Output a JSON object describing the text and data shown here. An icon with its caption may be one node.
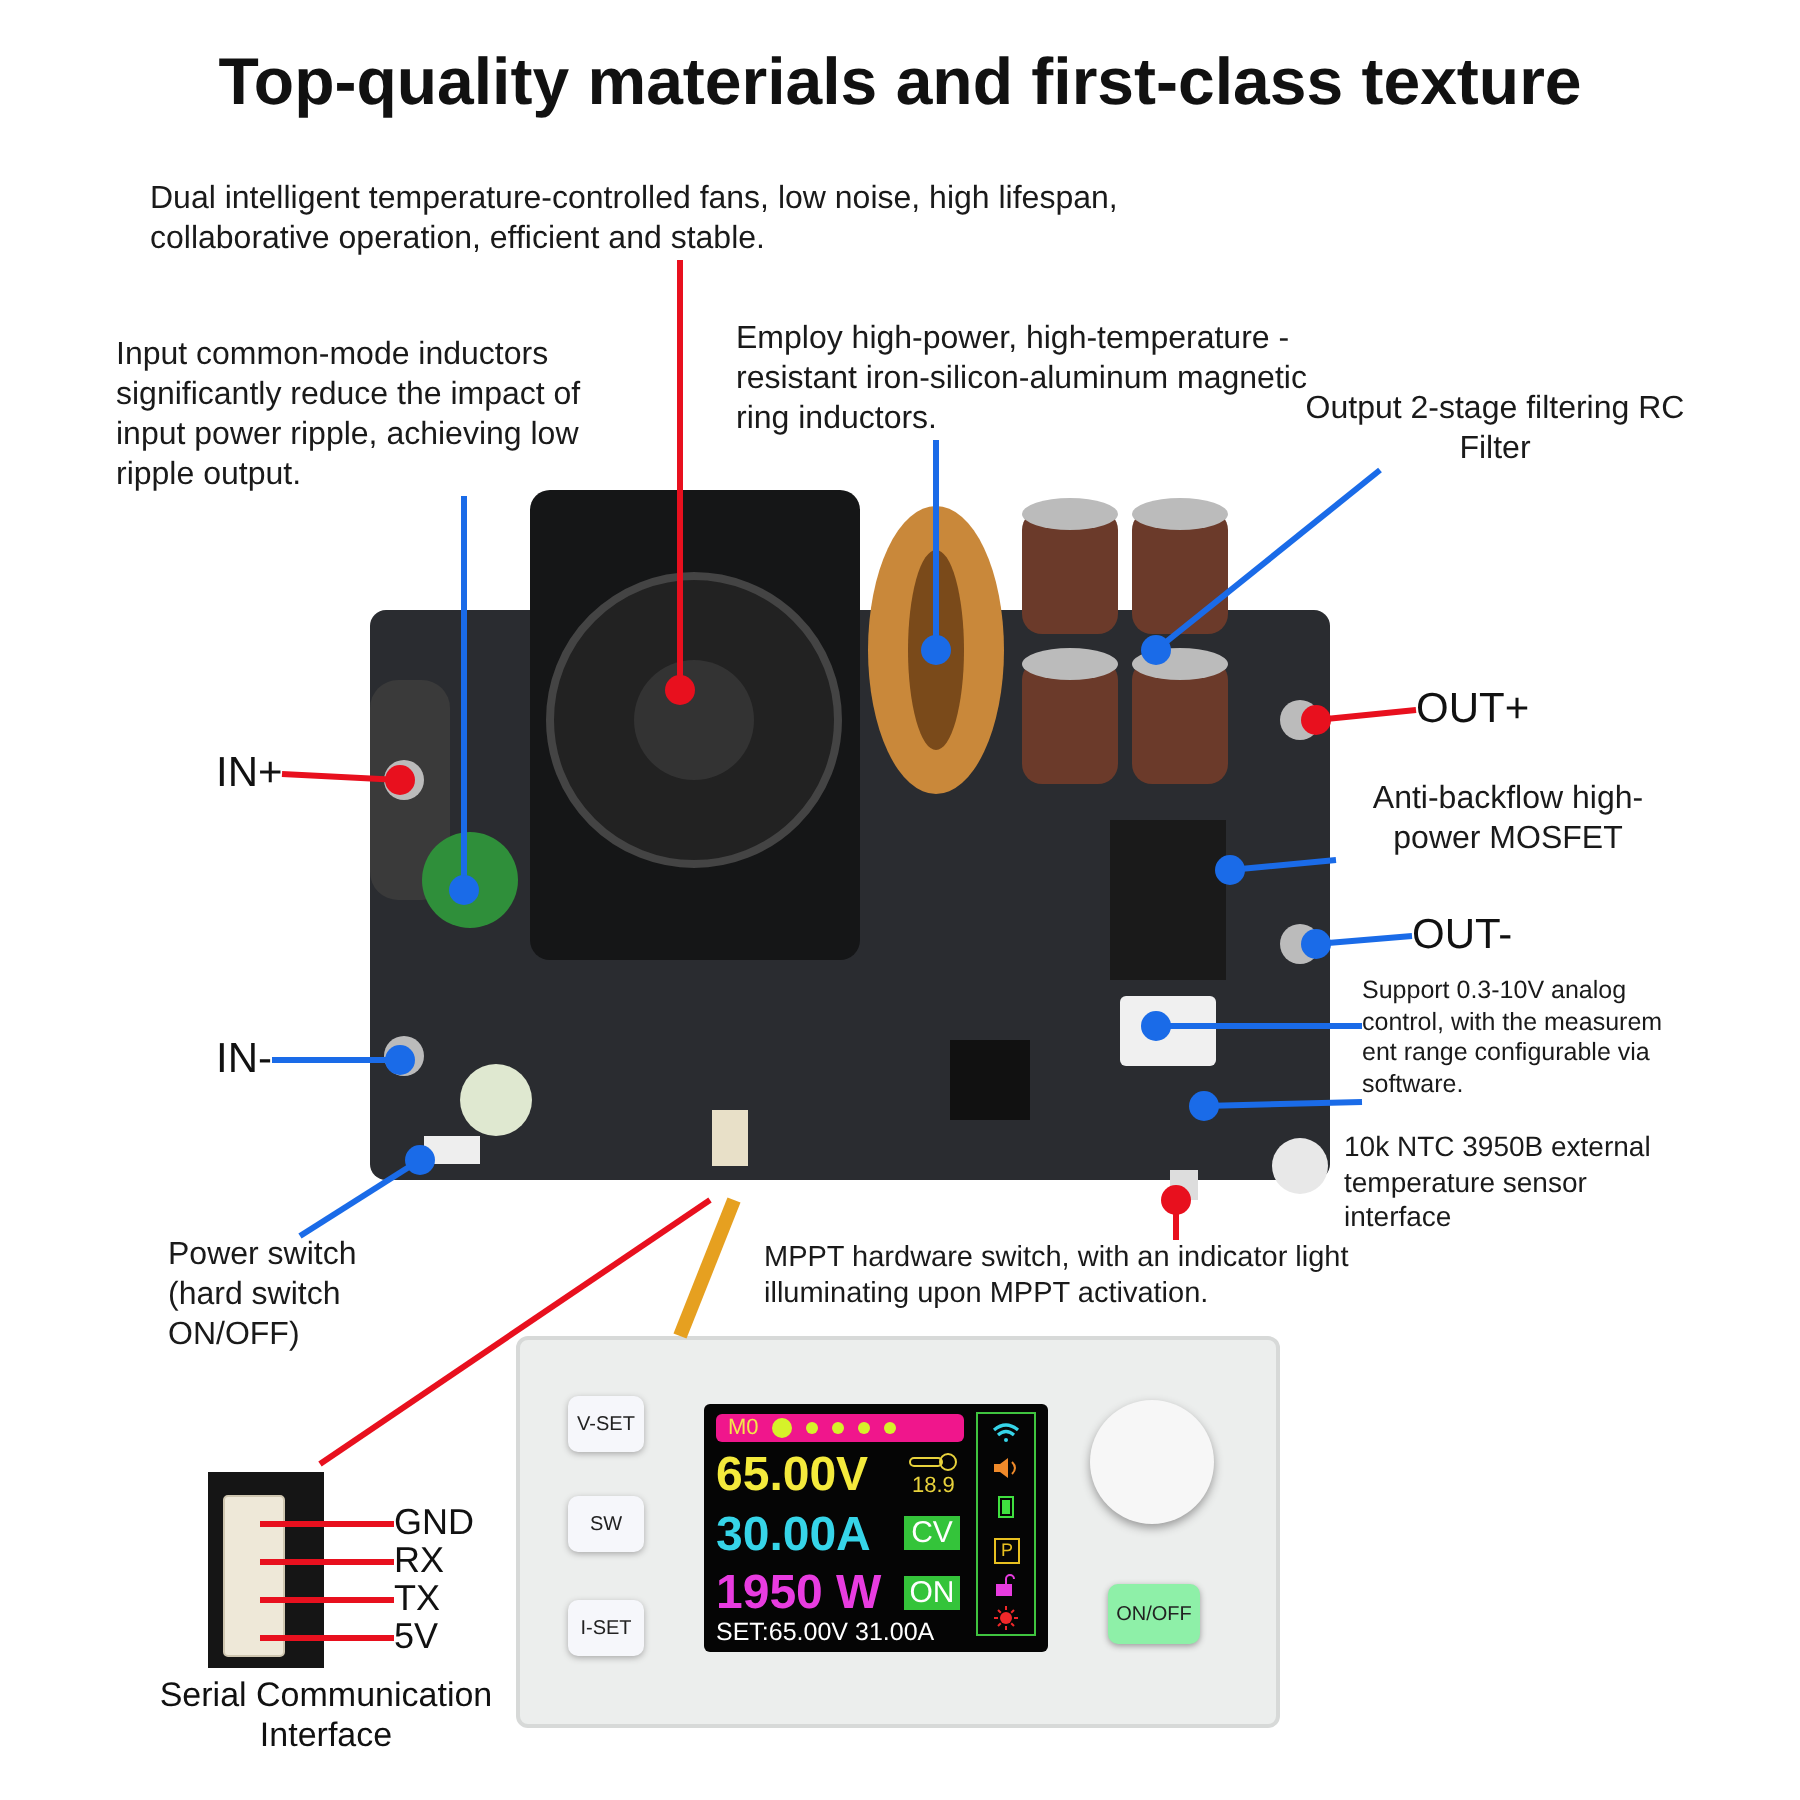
{
  "diagram": {
    "title": "Top-quality materials and first-class texture",
    "nodes": [
      {
        "text": [
          "Dual intelligent temperature-controlled fans, low noise, high lifespan, collaborative operation, efficient and stable."
        ]
      },
      {
        "text": [
          "Input common-mode inductors significantly reduce the impact of input power ripple, achieving low ripple output."
        ]
      },
      {
        "text": [
          "Employ high-power, high-temperature -resistant iron-silicon-aluminum magnetic ring inductors."
        ]
      },
      {
        "text": [
          "Output 2-stage filtering RC Filter"
        ]
      },
      {
        "text": [
          "IN+"
        ]
      },
      {
        "text": [
          "OUT+"
        ]
      },
      {
        "text": [
          "Anti-backflow high-power MOSFET"
        ]
      },
      {
        "text": [
          "OUT-"
        ]
      },
      {
        "text": [
          "Support 0.3-10V analog control, with the measurem ent range configurable via software."
        ]
      },
      {
        "text": [
          "IN-"
        ]
      },
      {
        "text": [
          "10k NTC 3950B external temperature sensor interface"
        ]
      },
      {
        "text": [
          "Power switch (hard switch ON/OFF)"
        ]
      },
      {
        "text": [
          "MPPT hardware switch, with an indicator light illuminating upon MPPT activation."
        ]
      },
      {
        "text": [],
        "shape": "picture"
      },
      {
        "text": [
          "V-SET",
          "SW",
          "I-SET",
          "ON/OFF"
        ]
      },
      {
        "text": [
          "M0",
          "65.00V",
          "18.9",
          "30.00A",
          "CV",
          "1950 W",
          "ON",
          "P",
          "SET:65.00V 31.00A"
        ],
        "in": 14
      },
      {
        "text": [
          "Serial Communication Interface"
        ]
      },
      {
        "text": [
          "GND"
        ]
      },
      {
        "text": [
          "RX"
        ]
      },
      {
        "text": [
          "TX"
        ]
      },
      {
        "text": [
          "5V"
        ]
      }
    ],
    "edges": [
      {
        "from": 0,
        "to": 13,
        "arrow": "other",
        "color": "#e8101e"
      },
      {
        "from": 1,
        "to": 13,
        "arrow": "other",
        "color": "#1a6be8"
      },
      {
        "from": 2,
        "to": 13,
        "arrow": "other",
        "color": "#1a6be8"
      },
      {
        "from": 3,
        "to": 13,
        "arrow": "other",
        "color": "#1a6be8"
      },
      {
        "from": 4,
        "to": 13,
        "arrow": "other",
        "color": "#e8101e"
      },
      {
        "from": 5,
        "to": 13,
        "arrow": "other",
        "color": "#e8101e"
      },
      {
        "from": 6,
        "to": 13,
        "arrow": "other",
        "color": "#1a6be8"
      },
      {
        "from": 7,
        "to": 13,
        "arrow": "other",
        "color": "#1a6be8"
      },
      {
        "from": 8,
        "to": 13,
        "arrow": "other",
        "color": "#1a6be8"
      },
      {
        "from": 8,
        "to": 13,
        "arrow": "other",
        "color": "#1a6be8"
      },
      {
        "from": 9,
        "to": 13,
        "arrow": "other",
        "color": "#1a6be8"
      },
      {
        "from": 11,
        "to": 13,
        "arrow": "other",
        "color": "#1a6be8"
      },
      {
        "from": 12,
        "to": 13,
        "arrow": "other",
        "color": "#e8101e"
      },
      {
        "from": 13,
        "to": 16,
        "arrow": "none",
        "color": "#e8101e"
      },
      {
        "from": 17,
        "to": 16,
        "arrow": "none",
        "color": "#e8101e"
      },
      {
        "from": 18,
        "to": 16,
        "arrow": "none",
        "color": "#e8101e"
      },
      {
        "from": 19,
        "to": 16,
        "arrow": "none",
        "color": "#e8101e"
      },
      {
        "from": 20,
        "to": 16,
        "arrow": "none",
        "color": "#e8101e"
      },
      {
        "from": 13,
        "to": 14,
        "arrow": "none",
        "style": "thick",
        "color": "#e6a020"
      }
    ]
  }
}
